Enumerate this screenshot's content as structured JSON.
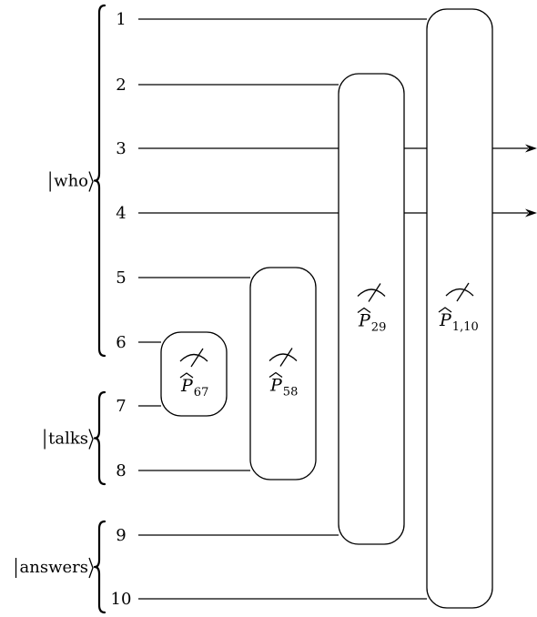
{
  "wires": [
    {
      "label": "1",
      "terminal": "P_1_10"
    },
    {
      "label": "2",
      "terminal": "P_29"
    },
    {
      "label": "3",
      "terminal": "arrow"
    },
    {
      "label": "4",
      "terminal": "arrow"
    },
    {
      "label": "5",
      "terminal": "P_58"
    },
    {
      "label": "6",
      "terminal": "P_67"
    },
    {
      "label": "7",
      "terminal": "P_67"
    },
    {
      "label": "8",
      "terminal": "P_58"
    },
    {
      "label": "9",
      "terminal": "P_29"
    },
    {
      "label": "10",
      "terminal": "P_1_10"
    }
  ],
  "registers": [
    {
      "id": "who",
      "label": "who",
      "first": 1,
      "last": 6
    },
    {
      "id": "talks",
      "label": "talks",
      "first": 7,
      "last": 8
    },
    {
      "id": "answers",
      "label": "answers",
      "first": 9,
      "last": 10
    }
  ],
  "measurements": [
    {
      "id": "P_67",
      "symbol": "P",
      "subscript": "67",
      "wires": [
        6,
        7
      ]
    },
    {
      "id": "P_58",
      "symbol": "P",
      "subscript": "58",
      "wires": [
        5,
        8
      ]
    },
    {
      "id": "P_29",
      "symbol": "P",
      "subscript": "29",
      "wires": [
        2,
        9
      ]
    },
    {
      "id": "P_1_10",
      "symbol": "P",
      "subscript": "1,10",
      "wires": [
        1,
        10
      ]
    }
  ]
}
